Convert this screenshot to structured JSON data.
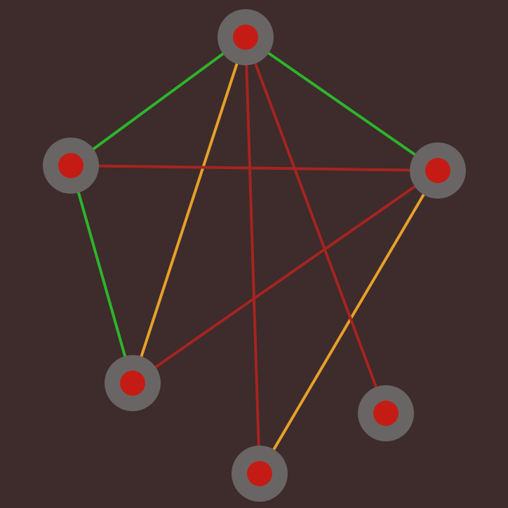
{
  "colors": {
    "background": "#3e2b2b",
    "node_ring": "#6a6565",
    "node_core": "#c41c14",
    "edge_green": "#2bb52b",
    "edge_orange": "#e6a12a",
    "edge_red": "#a52420"
  },
  "nodes": [
    "top",
    "left",
    "right",
    "bottom-left",
    "bottom-right",
    "bottom-center"
  ],
  "edges": [
    {
      "from": "top",
      "to": "left",
      "color": "edge_green"
    },
    {
      "from": "top",
      "to": "right",
      "color": "edge_green"
    },
    {
      "from": "left",
      "to": "bottom-left",
      "color": "edge_green"
    },
    {
      "from": "top",
      "to": "bottom-left",
      "color": "edge_orange"
    },
    {
      "from": "right",
      "to": "bottom-center",
      "color": "edge_orange"
    },
    {
      "from": "left",
      "to": "right",
      "color": "edge_red"
    },
    {
      "from": "top",
      "to": "bottom-center",
      "color": "edge_red"
    },
    {
      "from": "top",
      "to": "bottom-right",
      "color": "edge_red"
    },
    {
      "from": "right",
      "to": "bottom-left",
      "color": "edge_red"
    }
  ]
}
